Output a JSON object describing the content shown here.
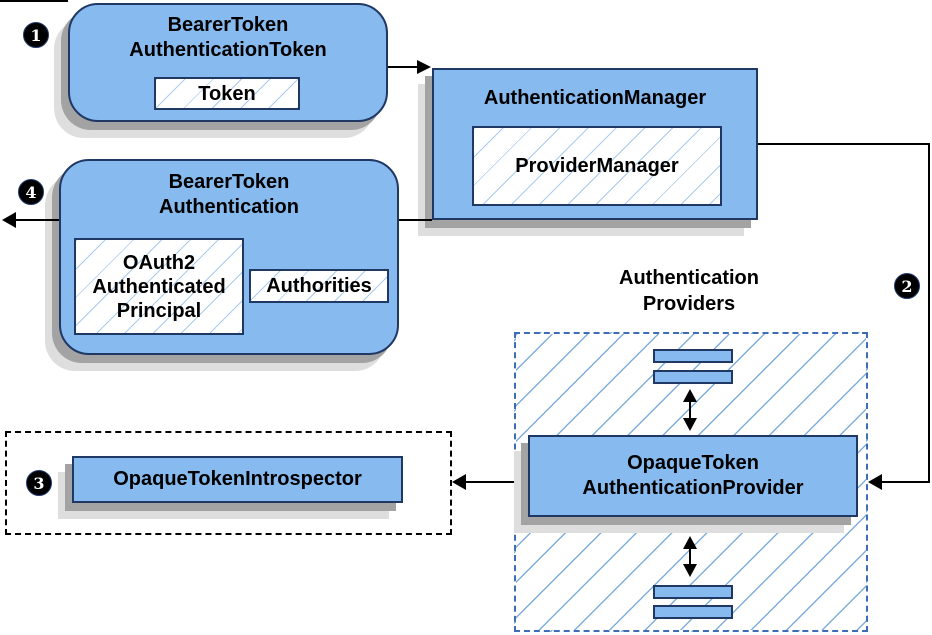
{
  "badges": {
    "step1": "1",
    "step2": "2",
    "step3": "3",
    "step4": "4"
  },
  "boxes": {
    "bearer_token_authentication_token": {
      "title_line1": "BearerToken",
      "title_line2": "AuthenticationToken",
      "token_chip": "Token"
    },
    "authentication_manager": {
      "title": "AuthenticationManager",
      "provider_manager_chip": "ProviderManager"
    },
    "bearer_token_authentication": {
      "title_line1": "BearerToken",
      "title_line2": "Authentication",
      "principal_chip_line1": "OAuth2",
      "principal_chip_line2": "Authenticated",
      "principal_chip_line3": "Principal",
      "authorities_chip": "Authorities"
    },
    "authentication_providers_group": {
      "label_line1": "Authentication",
      "label_line2": "Providers",
      "provider_line1": "OpaqueToken",
      "provider_line2": "AuthenticationProvider"
    },
    "opaque_token_introspector": {
      "label": "OpaqueTokenIntrospector"
    }
  },
  "colors": {
    "node_fill": "#87BAEF",
    "node_border": "#1F3864",
    "hatch_light": "#A9CBF0",
    "hatch_providers": "#7FAEDD",
    "dashed_blue_border": "#3E6DB5",
    "shadow_dark": "#A3A3A3",
    "shadow_light": "#DEDEDE",
    "connector": "#000000",
    "badge_fill": "#000000",
    "badge_text": "#FFFFFF"
  }
}
